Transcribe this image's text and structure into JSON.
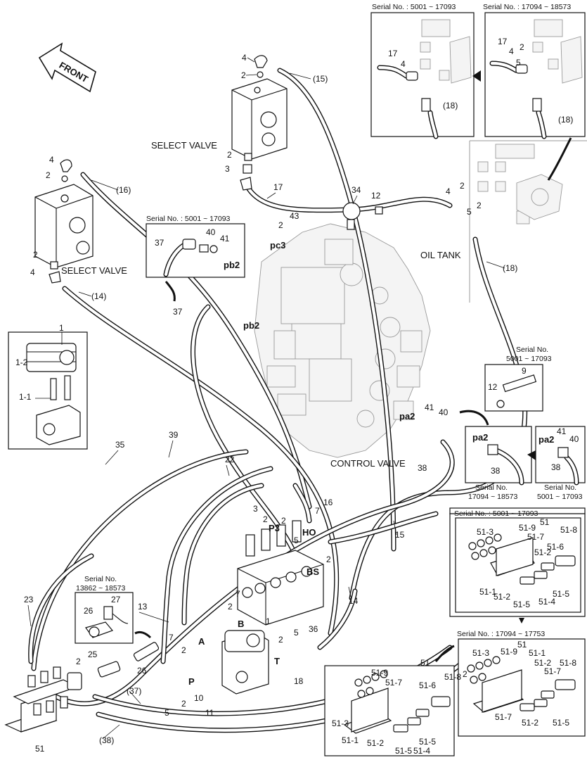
{
  "front_arrow": {
    "label": "FRONT"
  },
  "components": {
    "select_valve": "SELECT VALVE",
    "oil_tank": "OIL TANK",
    "control_valve": "CONTROL VALVE"
  },
  "ports": {
    "pc3": "pc3",
    "pb2": "pb2",
    "pa2": "pa2",
    "p3": "P3",
    "ho": "HO",
    "bs": "BS",
    "a": "A",
    "b": "B",
    "p": "P",
    "t": "T"
  },
  "callouts": {
    "c1": "1",
    "c1_1": "1-1",
    "c1_2": "1-2",
    "c2": "2",
    "c3": "3",
    "c4": "4",
    "c5": "5",
    "c7": "7",
    "c9": "9",
    "c10": "10",
    "c11": "11",
    "c12": "12",
    "c13": "13",
    "c14": "14",
    "c14p": "(14)",
    "c15": "15",
    "c15p": "(15)",
    "c16": "16",
    "c16p": "(16)",
    "c17": "17",
    "c18": "18",
    "c18p": "(18)",
    "c22": "22",
    "c23": "23",
    "c25": "25",
    "c26": "26",
    "c27": "27",
    "c34": "34",
    "c35": "35",
    "c36": "36",
    "c37": "37",
    "c37p": "(37)",
    "c38": "38",
    "c38p": "(38)",
    "c39": "39",
    "c40": "40",
    "c41": "41",
    "c43": "43",
    "c51": "51",
    "c51_1": "51-1",
    "c51_2": "51-2",
    "c51_3": "51-3",
    "c51_4": "51-4",
    "c51_5": "51-5",
    "c51_6": "51-6",
    "c51_7": "51-7",
    "c51_8": "51-8",
    "c51_9": "51-9"
  },
  "serials": {
    "top_left": "Serial No. : 5001 ~ 17093",
    "top_right": "Serial No. : 17094 ~ 18573",
    "pb2_inset": "Serial No. : 5001 ~ 17093",
    "tank_line1": "Serial No.",
    "tank_line2": "5001 ~ 17093",
    "pa2_left_line1": "Serial No.",
    "pa2_left_line2": "17094 ~ 18573",
    "pa2_right_line1": "Serial No.",
    "pa2_right_line2": "5001 ~ 17093",
    "block_a": "Serial No. : 5001 ~ 17093",
    "block_b": "Serial No. : 17094 ~ 17753",
    "sensor_line1": "Serial No.",
    "sensor_line2": "13862 ~ 18573"
  }
}
